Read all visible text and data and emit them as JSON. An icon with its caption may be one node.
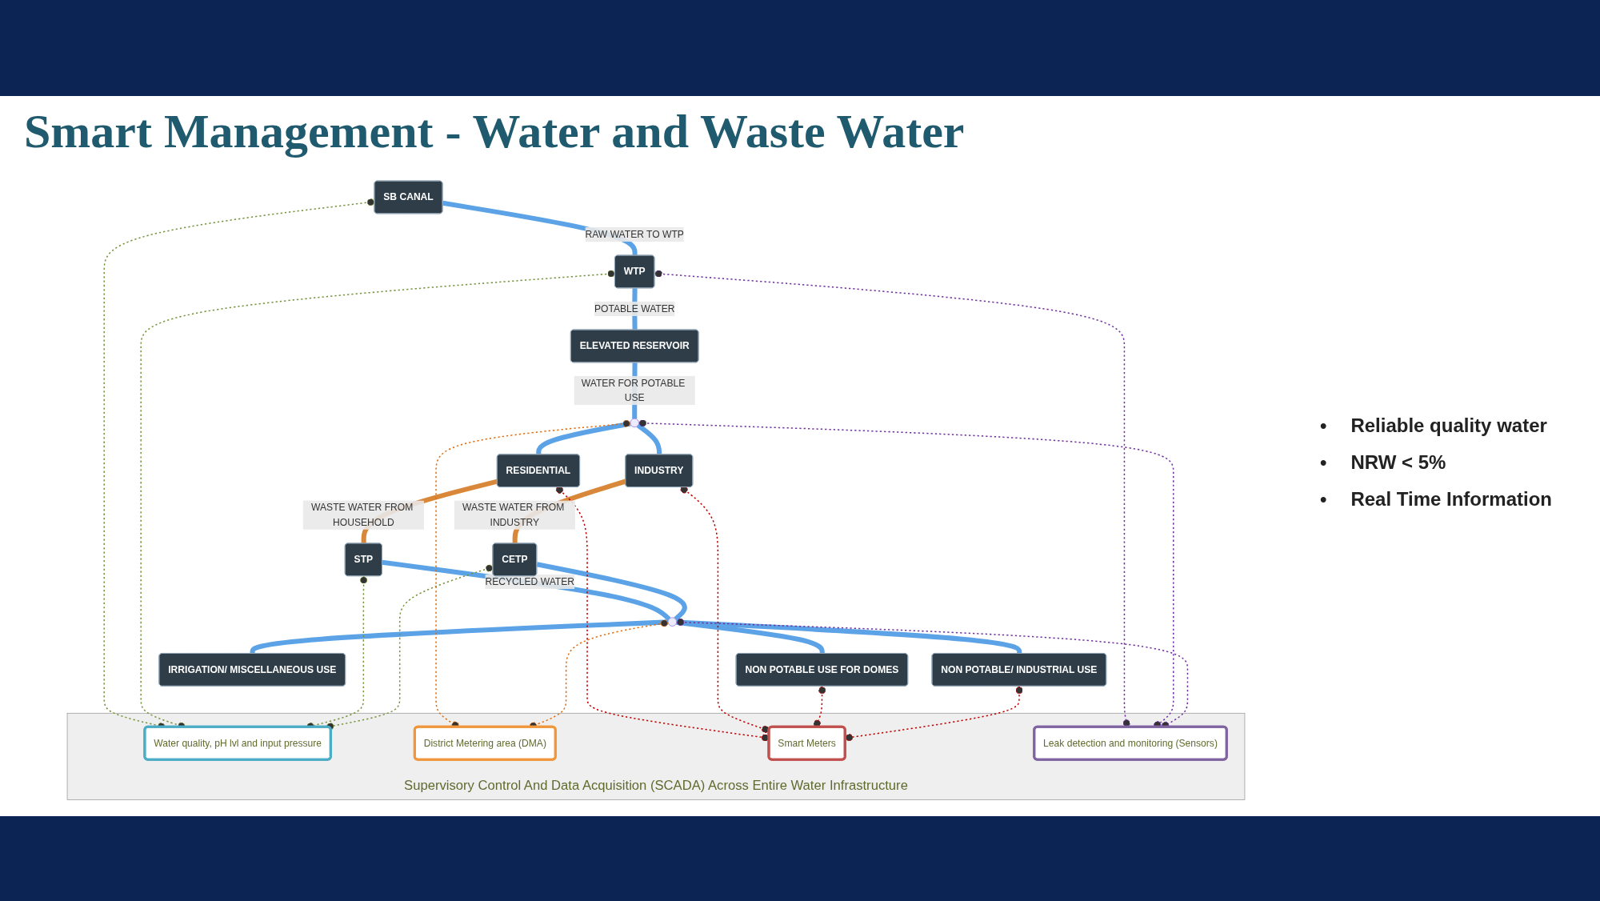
{
  "diagram": {
    "title": "Smart Management - Water and Waste Water",
    "nodes": [
      {
        "text": [
          "SB CANAL"
        ]
      },
      {
        "text": [
          "WTP"
        ]
      },
      {
        "text": [
          "ELEVATED RESERVOIR"
        ]
      },
      {
        "text": [],
        "shape": "circle"
      },
      {
        "text": [
          "RESIDENTIAL"
        ]
      },
      {
        "text": [
          "INDUSTRY"
        ]
      },
      {
        "text": [
          "STP"
        ]
      },
      {
        "text": [
          "CETP"
        ]
      },
      {
        "text": [],
        "shape": "circle"
      },
      {
        "text": [
          "NON POTABLE USE FOR DOMES"
        ]
      },
      {
        "text": [
          "NON POTABLE/ INDUSTRIAL USE"
        ]
      },
      {
        "text": [
          "IRRIGATION/ MISCELLANEOUS USE"
        ]
      },
      {
        "text": [
          "Supervisory Control And Data Acquisition (SCADA) Across Entire Water Infrastructure"
        ]
      },
      {
        "text": [
          "Water quality, pH lvl and input pressure"
        ],
        "in": 12
      },
      {
        "text": [
          "District Metering area (DMA)"
        ],
        "in": 12
      },
      {
        "text": [
          "Smart Meters"
        ],
        "in": 12
      },
      {
        "text": [
          "Leak detection and monitoring (Sensors)"
        ],
        "in": 12
      }
    ],
    "edges": [
      {
        "from": 0,
        "to": 1,
        "arrow": "none",
        "label": "RAW WATER TO WTP",
        "style": "thick"
      },
      {
        "from": 1,
        "to": 2,
        "arrow": "none",
        "label": "POTABLE WATER",
        "style": "thick"
      },
      {
        "from": 2,
        "to": 3,
        "arrow": "none",
        "label": "WATER FOR POTABLE USE",
        "style": "thick"
      },
      {
        "from": 3,
        "to": 4,
        "arrow": "none",
        "style": "thick"
      },
      {
        "from": 3,
        "to": 5,
        "arrow": "none",
        "style": "thick"
      },
      {
        "from": 4,
        "to": 6,
        "arrow": "none",
        "label": "WASTE WATER FROM HOUSEHOLD",
        "style": "thick",
        "color": "#d9883a"
      },
      {
        "from": 5,
        "to": 7,
        "arrow": "none",
        "label": "WASTE WATER FROM INDUSTRY",
        "style": "thick",
        "color": "#d9883a"
      },
      {
        "from": 6,
        "to": 8,
        "arrow": "none",
        "label": "RECYCLED WATER",
        "style": "thick"
      },
      {
        "from": 7,
        "to": 8,
        "arrow": "none",
        "style": "thick"
      },
      {
        "from": 8,
        "to": 9,
        "arrow": "none",
        "style": "thick"
      },
      {
        "from": 8,
        "to": 10,
        "arrow": "none",
        "style": "thick"
      },
      {
        "from": 8,
        "to": 11,
        "arrow": "none",
        "style": "thick"
      },
      {
        "from": 13,
        "to": 0,
        "arrow": "other",
        "style": "dashed",
        "color": "#77933c"
      },
      {
        "from": 13,
        "to": 1,
        "arrow": "other",
        "style": "dashed",
        "color": "#77933c"
      },
      {
        "from": 13,
        "to": 6,
        "arrow": "other",
        "style": "dashed",
        "color": "#77933c"
      },
      {
        "from": 13,
        "to": 7,
        "arrow": "other",
        "style": "dashed",
        "color": "#77933c"
      },
      {
        "from": 14,
        "to": 3,
        "arrow": "other",
        "style": "dashed",
        "color": "#e46c0a"
      },
      {
        "from": 14,
        "to": 8,
        "arrow": "other",
        "style": "dashed",
        "color": "#e46c0a"
      },
      {
        "from": 15,
        "to": 4,
        "arrow": "other",
        "style": "dashed",
        "color": "#c00000"
      },
      {
        "from": 15,
        "to": 5,
        "arrow": "other",
        "style": "dashed",
        "color": "#c00000"
      },
      {
        "from": 15,
        "to": 9,
        "arrow": "other",
        "style": "dashed",
        "color": "#c00000"
      },
      {
        "from": 15,
        "to": 10,
        "arrow": "other",
        "style": "dashed",
        "color": "#c00000"
      },
      {
        "from": 16,
        "to": 1,
        "arrow": "other",
        "style": "dashed",
        "color": "#7030a0"
      },
      {
        "from": 16,
        "to": 3,
        "arrow": "other",
        "style": "dashed",
        "color": "#7030a0"
      },
      {
        "from": 16,
        "to": 8,
        "arrow": "other",
        "style": "dashed",
        "color": "#7030a0"
      }
    ],
    "labels": [
      "•",
      "Reliable quality water",
      "•",
      "NRW < 5%",
      "•",
      "Real Time Information"
    ]
  }
}
